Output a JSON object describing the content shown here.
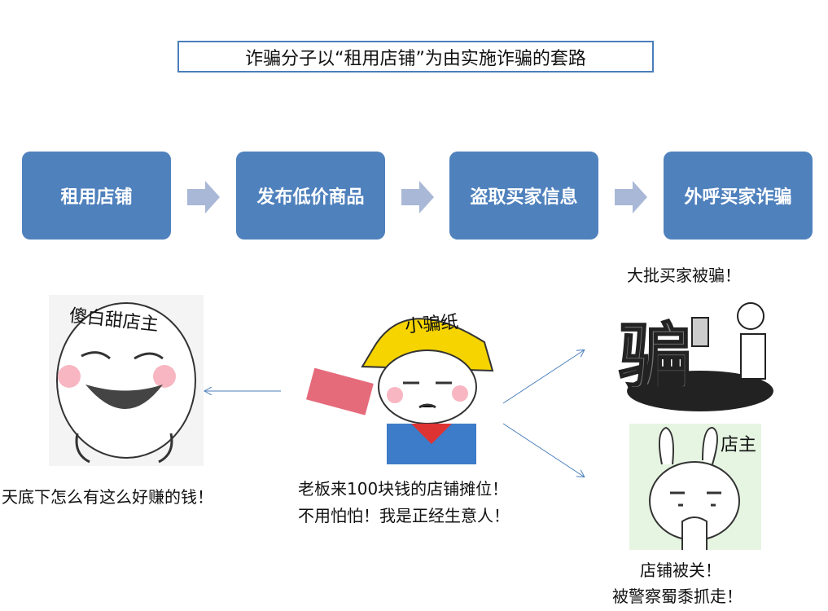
{
  "title": "诈骗分子以“租用店铺”为由实施诈骗的套路",
  "steps": [
    "租用店铺",
    "发布低价商品",
    "盗取买家信息",
    "外呼买家诈骗"
  ],
  "colors": {
    "step": "#4f81bd",
    "arrow": "#a9b8d6",
    "border": "#4a7ebb"
  },
  "left": {
    "label": "傻白甜店主",
    "caption": "天底下怎么有这么好赚的钱！"
  },
  "center": {
    "helmet": "小骗纸",
    "caption1": "老板来100块钱的店铺摊位！",
    "caption2": "不用怕怕！我是正经生意人！"
  },
  "right_top": {
    "caption": "大批买家被骗！",
    "image_text": "骗"
  },
  "right_bottom": {
    "label": "店主",
    "caption1": "店铺被关！",
    "caption2": "被警察蜀黍抓走！"
  }
}
